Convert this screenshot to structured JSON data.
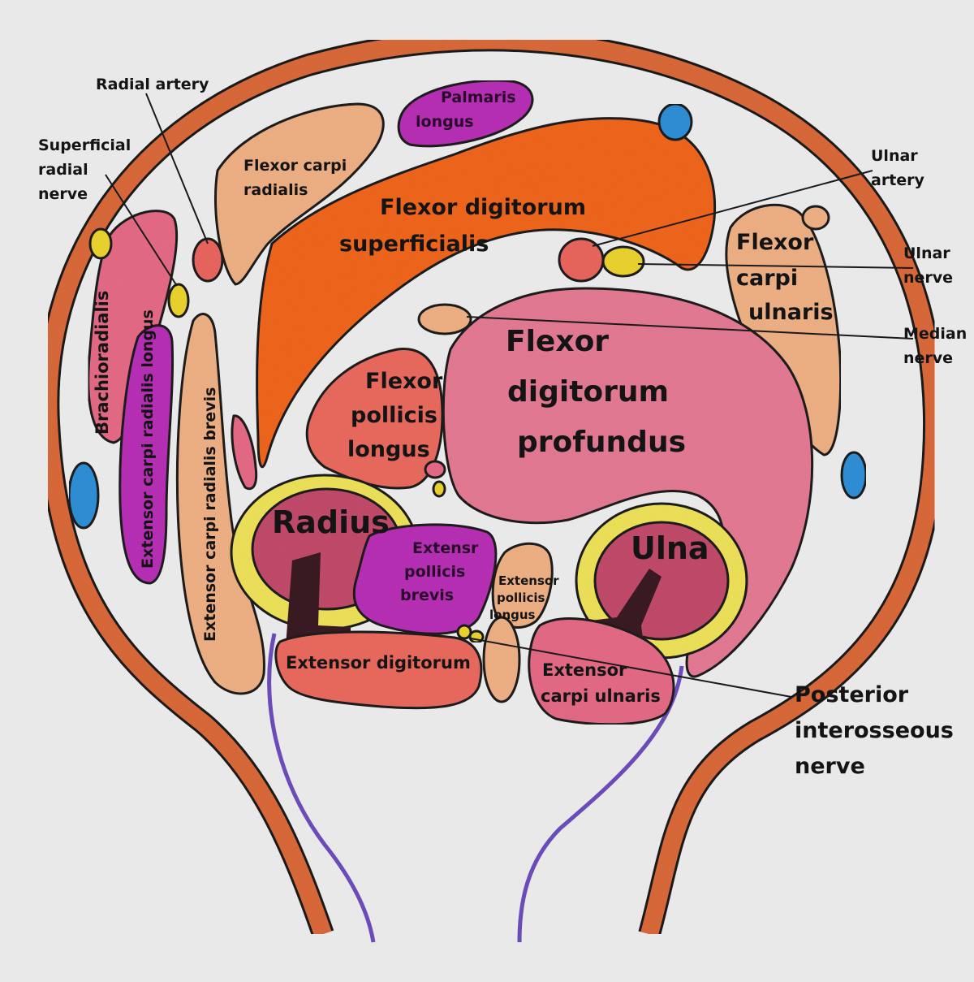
{
  "colors": {
    "background": "#e9e9ea",
    "skin": "#d9693a",
    "muscle_orange": "#f0661e",
    "muscle_pink": "#e56a86",
    "muscle_salmon": "#ea6a5e",
    "muscle_tan": "#efb084",
    "muscle_magenta": "#b82fb6",
    "bone_marrow": "#c24a6a",
    "bone_cortex": "#eee25a",
    "nerve_yellow": "#ebd330",
    "vein_blue": "#2e8fd6",
    "artery_red": "#e9665e",
    "nerve_purple": "#6b4bb8",
    "outline": "#1c1c1c"
  },
  "labels": {
    "radial_artery": "Radial artery",
    "superficial_radial_nerve": [
      "Superficial",
      "radial",
      "nerve"
    ],
    "palmaris_longus": [
      "Palmaris",
      "longus"
    ],
    "flexor_carpi_radialis": [
      "Flexor carpi",
      "radialis"
    ],
    "fds": [
      "Flexor digitorum",
      "superficialis"
    ],
    "ulnar_artery": [
      "Ulnar",
      "artery"
    ],
    "ulnar_nerve": [
      "Ulnar",
      "nerve"
    ],
    "median_nerve": [
      "Median",
      "nerve"
    ],
    "flexor_carpi_ulnaris": [
      "Flexor",
      "carpi",
      "ulnaris"
    ],
    "brachioradialis": "Brachioradialis",
    "ecrl": "Extensor carpi radialis longus",
    "ecrb": "Extensor carpi radialis brevis",
    "fpl": [
      "Flexor",
      "pollicis",
      "longus"
    ],
    "fdp": [
      "Flexor",
      "digitorum",
      "profundus"
    ],
    "radius": "Radius",
    "ulna": "Ulna",
    "epb": [
      "Extensr",
      "pollicis",
      "brevis"
    ],
    "epl": [
      "Extensor",
      "pollicis",
      "longus"
    ],
    "extensor_digitorum": "Extensor digitorum",
    "ecu": [
      "Extensor",
      "carpi ulnaris"
    ],
    "posterior_interosseous_nerve": [
      "Posterior",
      "interosseous",
      "nerve"
    ]
  }
}
